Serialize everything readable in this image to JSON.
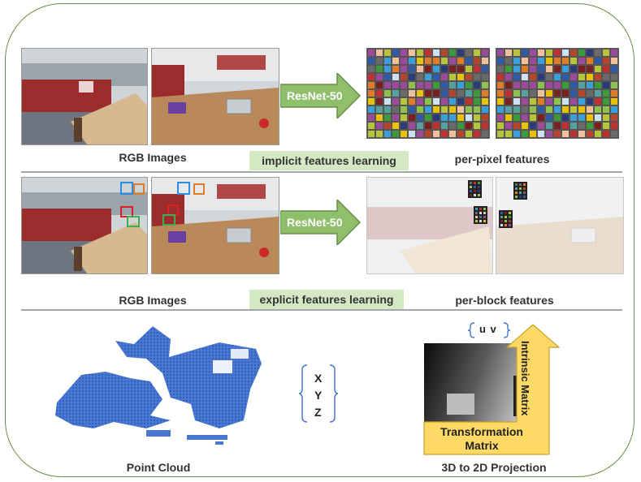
{
  "row1": {
    "rgb_caption": "RGB Images",
    "method_label": "implicit features learning",
    "network": "ResNet-50",
    "output_caption": "per-pixel features"
  },
  "row2": {
    "rgb_caption": "RGB Images",
    "method_label": "explicit features learning",
    "network": "ResNet-50",
    "output_caption": "per-block features"
  },
  "row3": {
    "point_cloud_caption": "Point Cloud",
    "xyz": [
      "X",
      "Y",
      "Z"
    ],
    "uv": "u v",
    "intrinsic_label": "Intrinsic Matrix",
    "transformation_label_1": "Transformation",
    "transformation_label_2": "Matrix",
    "projection_caption": "3D to 2D Projection"
  },
  "colors": {
    "frame_border": "#6a8f46",
    "method_highlight": "#d5e8c4",
    "network_arrow": "#8fbf6b",
    "projection_arrow": "#ffd966",
    "point_cloud": "#4a78d0",
    "feature_palette": [
      "#e8c100",
      "#b8c43c",
      "#3aa0dc",
      "#2e5aa8",
      "#3c9a3c",
      "#7a1f1f",
      "#b5452b",
      "#9c4a9c",
      "#f0c09a",
      "#cfe0f0",
      "#6a6a6a",
      "#56a0a0",
      "#2b3a7a",
      "#8fc050",
      "#c03030",
      "#e07b2a"
    ]
  }
}
